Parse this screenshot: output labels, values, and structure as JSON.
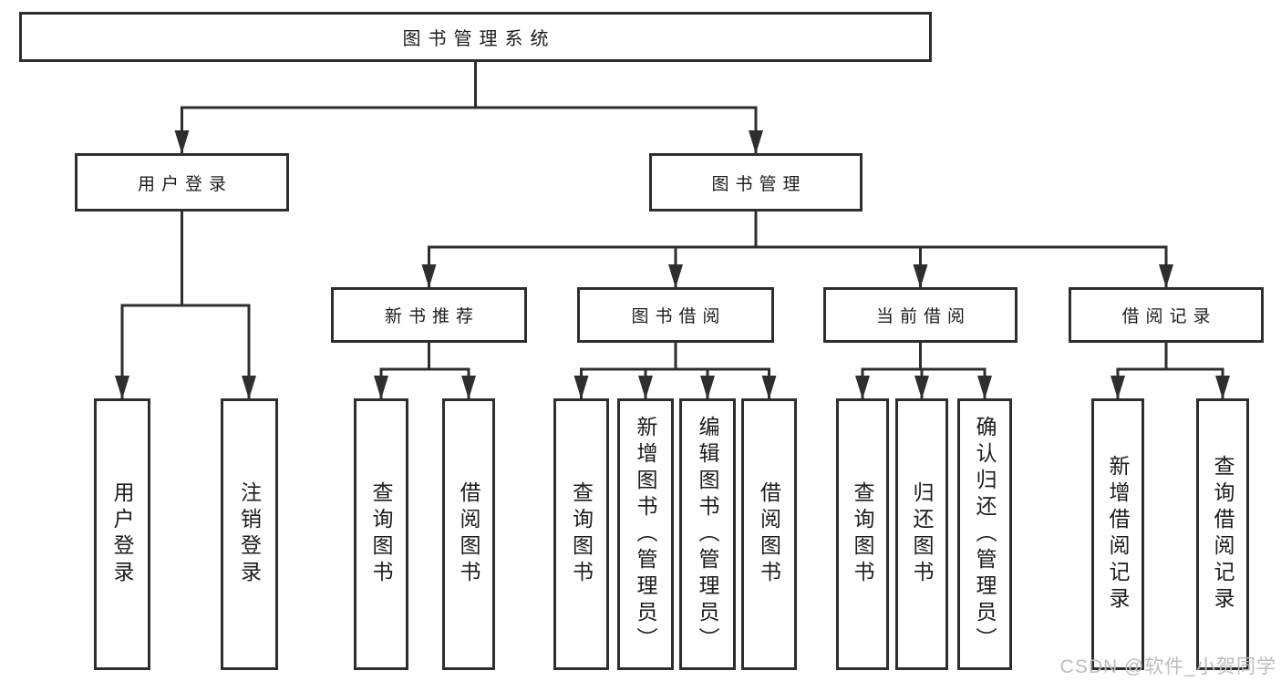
{
  "root": {
    "label": "图书管理系统"
  },
  "level2": {
    "user_login": "用户登录",
    "book_mgmt": "图书管理"
  },
  "level3": {
    "new_books": "新书推荐",
    "book_borrow": "图书借阅",
    "current_borrow": "当前借阅",
    "borrow_records": "借阅记录"
  },
  "leaves": {
    "user_login_1": "用户登录",
    "user_login_2": "注销登录",
    "new_books_1": "查询图书",
    "new_books_2": "借阅图书",
    "book_borrow_1": "查询图书",
    "book_borrow_2": "新增图书（管理员）",
    "book_borrow_3": "编辑图书（管理员）",
    "book_borrow_4": "借阅图书",
    "current_1": "查询图书",
    "current_2": "归还图书",
    "current_3": "确认归还（管理员）",
    "records_1": "新增借阅记录",
    "records_2": "查询借阅记录"
  },
  "watermark": "CSDN @软件_小贺同学",
  "colors": {
    "line": "#2e2e2e",
    "text": "#1c1c1c",
    "watermark": "#bfbdbd",
    "background": "#ffffff"
  }
}
